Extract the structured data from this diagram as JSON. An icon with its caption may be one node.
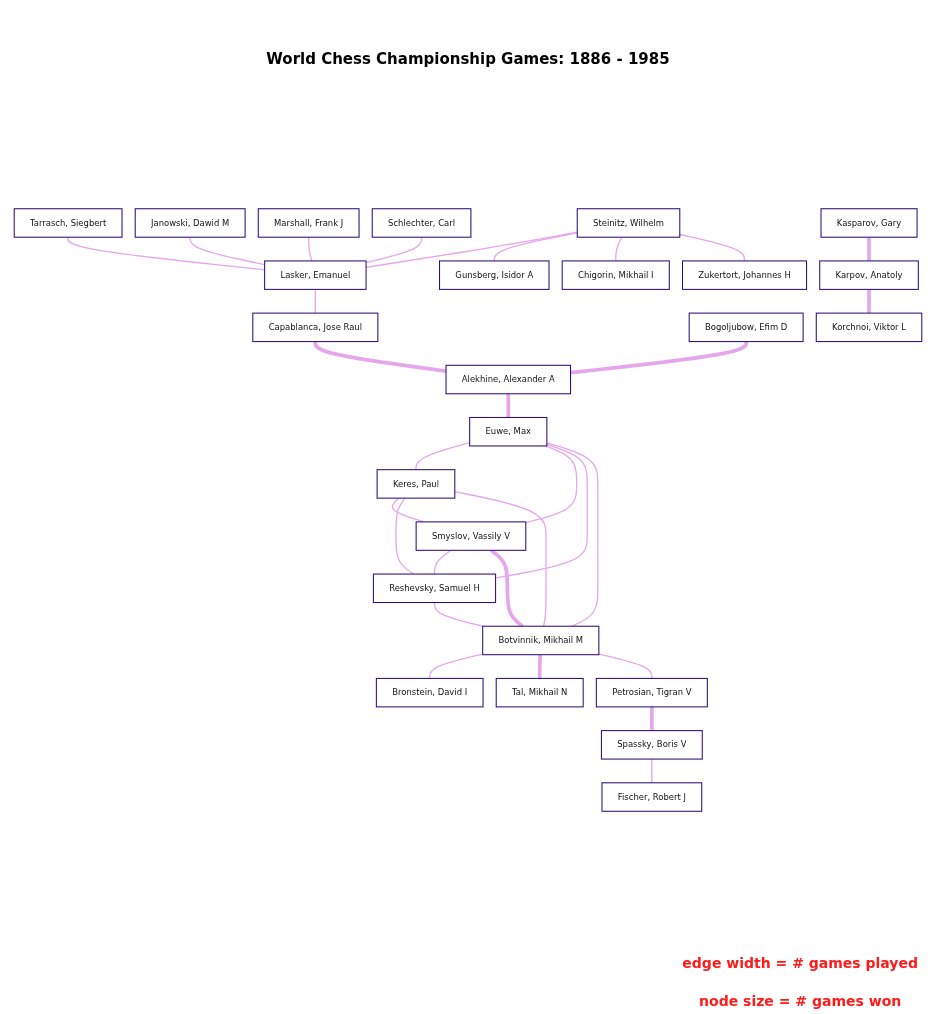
{
  "diagram": {
    "title": "World Chess Championship Games: 1886 - 1985",
    "nodes": [
      {
        "text": [
          "Tarrasch, Siegbert"
        ]
      },
      {
        "text": [
          "Gunsberg, Isidor A"
        ]
      },
      {
        "text": [
          "Janowski, Dawid M"
        ]
      },
      {
        "text": [
          "Marshall, Frank J"
        ]
      },
      {
        "text": [
          "Schlechter, Carl"
        ]
      },
      {
        "text": [
          "Lasker, Emanuel"
        ]
      },
      {
        "text": [
          "Steinitz, Wilhelm"
        ]
      },
      {
        "text": [
          "Chigorin, Mikhail I"
        ]
      },
      {
        "text": [
          "Zukertort, Johannes H"
        ]
      },
      {
        "text": [
          "Capablanca, Jose Raul"
        ]
      },
      {
        "text": [
          "Bogoljubow, Efim D"
        ]
      },
      {
        "text": [
          "Alekhine, Alexander A"
        ]
      },
      {
        "text": [
          "Kasparov, Gary"
        ]
      },
      {
        "text": [
          "Karpov, Anatoly"
        ]
      },
      {
        "text": [
          "Euwe, Max"
        ]
      },
      {
        "text": [
          "Keres, Paul"
        ]
      },
      {
        "text": [
          "Korchnoi, Viktor L"
        ]
      },
      {
        "text": [
          "Smyslov, Vassily V"
        ]
      },
      {
        "text": [
          "Bronstein, David I"
        ]
      },
      {
        "text": [
          "Reshevsky, Samuel H"
        ]
      },
      {
        "text": [
          "Botvinnik, Mikhail M"
        ]
      },
      {
        "text": [
          "Tal, Mikhail N"
        ]
      },
      {
        "text": [
          "Petrosian, Tigran V"
        ]
      },
      {
        "text": [
          "Spassky, Boris V"
        ]
      },
      {
        "text": [
          "Fischer, Robert J"
        ]
      }
    ],
    "edges": [
      {
        "from": 0,
        "to": 5,
        "arrow": "none"
      },
      {
        "from": 2,
        "to": 5,
        "arrow": "none"
      },
      {
        "from": 3,
        "to": 5,
        "arrow": "none"
      },
      {
        "from": 4,
        "to": 5,
        "arrow": "none"
      },
      {
        "from": 6,
        "to": 5,
        "arrow": "none"
      },
      {
        "from": 6,
        "to": 1,
        "arrow": "none"
      },
      {
        "from": 6,
        "to": 7,
        "arrow": "none"
      },
      {
        "from": 6,
        "to": 8,
        "arrow": "none"
      },
      {
        "from": 5,
        "to": 9,
        "arrow": "none"
      },
      {
        "from": 9,
        "to": 11,
        "arrow": "none",
        "style": "thick"
      },
      {
        "from": 10,
        "to": 11,
        "arrow": "none",
        "style": "thick"
      },
      {
        "from": 11,
        "to": 14,
        "arrow": "none",
        "style": "thick"
      },
      {
        "from": 12,
        "to": 13,
        "arrow": "none",
        "style": "thick"
      },
      {
        "from": 13,
        "to": 16,
        "arrow": "none",
        "style": "thick"
      },
      {
        "from": 14,
        "to": 15,
        "arrow": "none"
      },
      {
        "from": 14,
        "to": 17,
        "arrow": "none"
      },
      {
        "from": 14,
        "to": 19,
        "arrow": "none"
      },
      {
        "from": 14,
        "to": 20,
        "arrow": "none"
      },
      {
        "from": 15,
        "to": 17,
        "arrow": "none"
      },
      {
        "from": 15,
        "to": 19,
        "arrow": "none"
      },
      {
        "from": 15,
        "to": 20,
        "arrow": "none"
      },
      {
        "from": 17,
        "to": 19,
        "arrow": "none"
      },
      {
        "from": 17,
        "to": 20,
        "arrow": "none",
        "style": "thick"
      },
      {
        "from": 19,
        "to": 20,
        "arrow": "none"
      },
      {
        "from": 20,
        "to": 18,
        "arrow": "none"
      },
      {
        "from": 20,
        "to": 21,
        "arrow": "none",
        "style": "thick"
      },
      {
        "from": 20,
        "to": 22,
        "arrow": "none"
      },
      {
        "from": 22,
        "to": 23,
        "arrow": "none",
        "style": "thick"
      },
      {
        "from": 23,
        "to": 24,
        "arrow": "none"
      }
    ],
    "labels": [
      "edge width = # games played",
      "node size = # games won"
    ]
  }
}
